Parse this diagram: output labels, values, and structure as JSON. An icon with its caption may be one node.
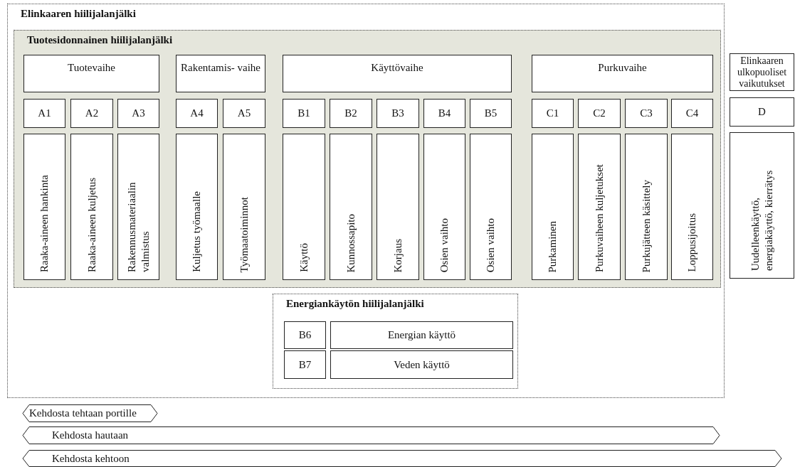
{
  "diagram": {
    "nodes": [
      {
        "text": [
          "Elinkaaren hiilijalanjälki"
        ]
      },
      {
        "text": [
          "Tuotesidonnainen hiilijalanjälki"
        ],
        "in": 0
      },
      {
        "text": [
          "Tuotevaihe"
        ],
        "in": 1
      },
      {
        "text": [
          "Rakentamis- vaihe"
        ],
        "in": 1
      },
      {
        "text": [
          "Käyttövaihe"
        ],
        "in": 1
      },
      {
        "text": [
          "Purkuvaihe"
        ],
        "in": 1
      },
      {
        "text": [
          "Elinkaaren ulkopuoliset vaikutukset"
        ]
      },
      {
        "text": [
          "A1"
        ],
        "in": 1
      },
      {
        "text": [
          "A2"
        ],
        "in": 1
      },
      {
        "text": [
          "A3"
        ],
        "in": 1
      },
      {
        "text": [
          "A4"
        ],
        "in": 1
      },
      {
        "text": [
          "A5"
        ],
        "in": 1
      },
      {
        "text": [
          "B1"
        ],
        "in": 1
      },
      {
        "text": [
          "B2"
        ],
        "in": 1
      },
      {
        "text": [
          "B3"
        ],
        "in": 1
      },
      {
        "text": [
          "B4"
        ],
        "in": 1
      },
      {
        "text": [
          "B5"
        ],
        "in": 1
      },
      {
        "text": [
          "C1"
        ],
        "in": 1
      },
      {
        "text": [
          "C2"
        ],
        "in": 1
      },
      {
        "text": [
          "C3"
        ],
        "in": 1
      },
      {
        "text": [
          "C4"
        ],
        "in": 1
      },
      {
        "text": [
          "D"
        ]
      },
      {
        "text": [
          "Raaka-aineen hankinta"
        ],
        "in": 1
      },
      {
        "text": [
          "Raaka-aineen kuljetus"
        ],
        "in": 1
      },
      {
        "text": [
          "Rakennusmateriaalin valmistus"
        ],
        "in": 1
      },
      {
        "text": [
          "Kuljetus työmaalle"
        ],
        "in": 1
      },
      {
        "text": [
          "Työmaatoiminnot"
        ],
        "in": 1
      },
      {
        "text": [
          "Käyttö"
        ],
        "in": 1
      },
      {
        "text": [
          "Kunnossapito"
        ],
        "in": 1
      },
      {
        "text": [
          "Korjaus"
        ],
        "in": 1
      },
      {
        "text": [
          "Osien vaihto"
        ],
        "in": 1
      },
      {
        "text": [
          "Osien vaihto"
        ],
        "in": 1
      },
      {
        "text": [
          "Purkaminen"
        ],
        "in": 1
      },
      {
        "text": [
          "Purkuvaiheen kuljetukset"
        ],
        "in": 1
      },
      {
        "text": [
          "Purkujätteen käsittely"
        ],
        "in": 1
      },
      {
        "text": [
          "Loppusijoitus"
        ],
        "in": 1
      },
      {
        "text": [
          "Uudelleenkäyttö, energiakäyttö, kierrätys"
        ]
      },
      {
        "text": [
          "Energiankäytön hiilijalanjälki"
        ],
        "in": 0
      },
      {
        "text": [
          "B6"
        ],
        "in": 37
      },
      {
        "text": [
          "Energian käyttö"
        ],
        "in": 37
      },
      {
        "text": [
          "B7"
        ],
        "in": 37
      },
      {
        "text": [
          "Veden käyttö"
        ],
        "in": 37
      },
      {
        "text": [
          "Kehdosta tehtaan portille"
        ]
      },
      {
        "text": [
          "Kehdosta hautaan"
        ]
      },
      {
        "text": [
          "Kehdosta kehtoon"
        ]
      }
    ]
  }
}
